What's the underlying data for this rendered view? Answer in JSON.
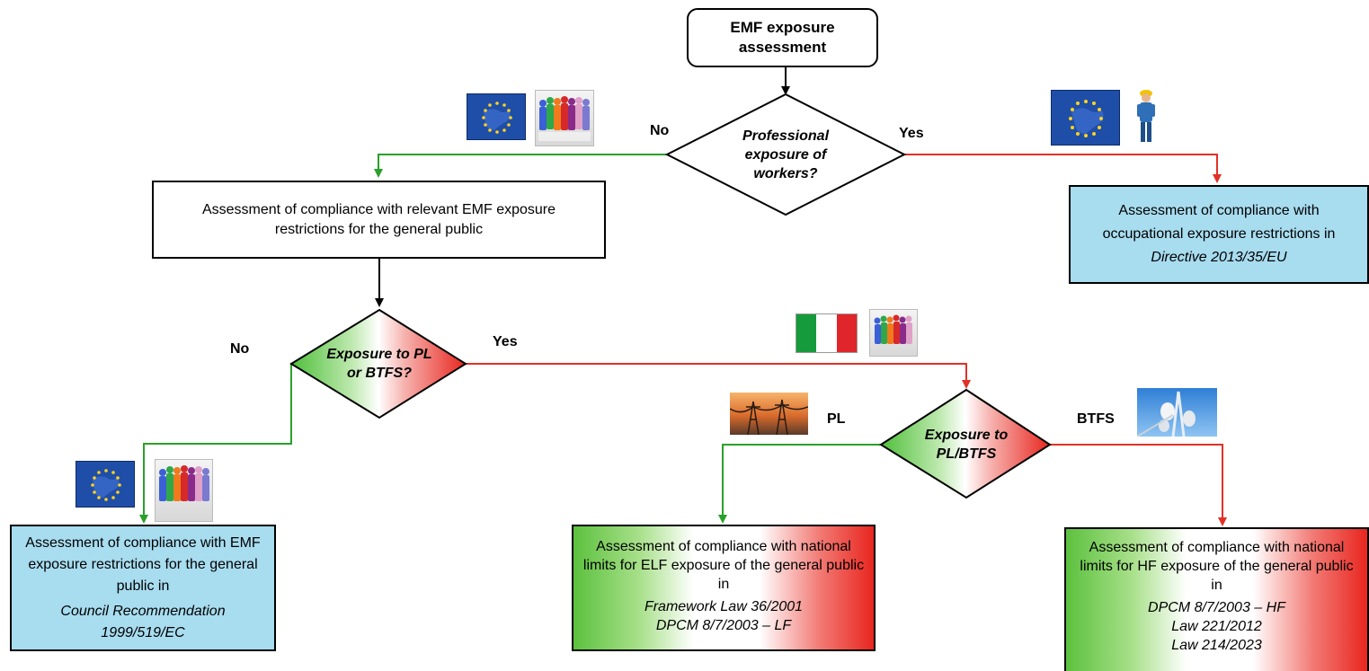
{
  "nodes": {
    "start": "EMF exposure assessment",
    "q1": "Professional exposure of workers?",
    "general_public": "Assessment of compliance with relevant EMF exposure restrictions for the general public",
    "occupational": {
      "text": "Assessment of compliance with occupational exposure restrictions in",
      "ref": "Directive 2013/35/EU"
    },
    "q2": "Exposure to PL or BTFS?",
    "q3": "Exposure to PL/BTFS",
    "council": {
      "text": "Assessment of compliance with EMF exposure restrictions for the general public in",
      "ref": "Council Recommendation 1999/519/EC"
    },
    "elf": {
      "text": "Assessment of compliance with national limits for ELF exposure of the general public in",
      "refs": [
        "Framework Law 36/2001",
        "DPCM 8/7/2003 – LF"
      ]
    },
    "hf": {
      "text": "Assessment of compliance with national limits for HF exposure of the general public in",
      "refs": [
        "DPCM 8/7/2003 – HF",
        "Law 221/2012",
        "Law 214/2023"
      ]
    }
  },
  "edge_labels": {
    "q1_no": "No",
    "q1_yes": "Yes",
    "q2_no": "No",
    "q2_yes": "Yes",
    "q3_pl": "PL",
    "q3_btfs": "BTFS"
  },
  "icons": {
    "eu_flag": "eu-flag-icon",
    "general_public": "people-icon",
    "worker": "worker-icon",
    "italy_flag": "italy-flag-icon",
    "power_lines": "power-lines-icon",
    "antennas": "antenna-icon"
  },
  "colors": {
    "no_path": "#2aa02a",
    "yes_path": "#e03126",
    "neutral_path": "#000000",
    "eu_box": "#a8dcef",
    "italy_green": "#5cc13e",
    "italy_red": "#e8261f"
  }
}
